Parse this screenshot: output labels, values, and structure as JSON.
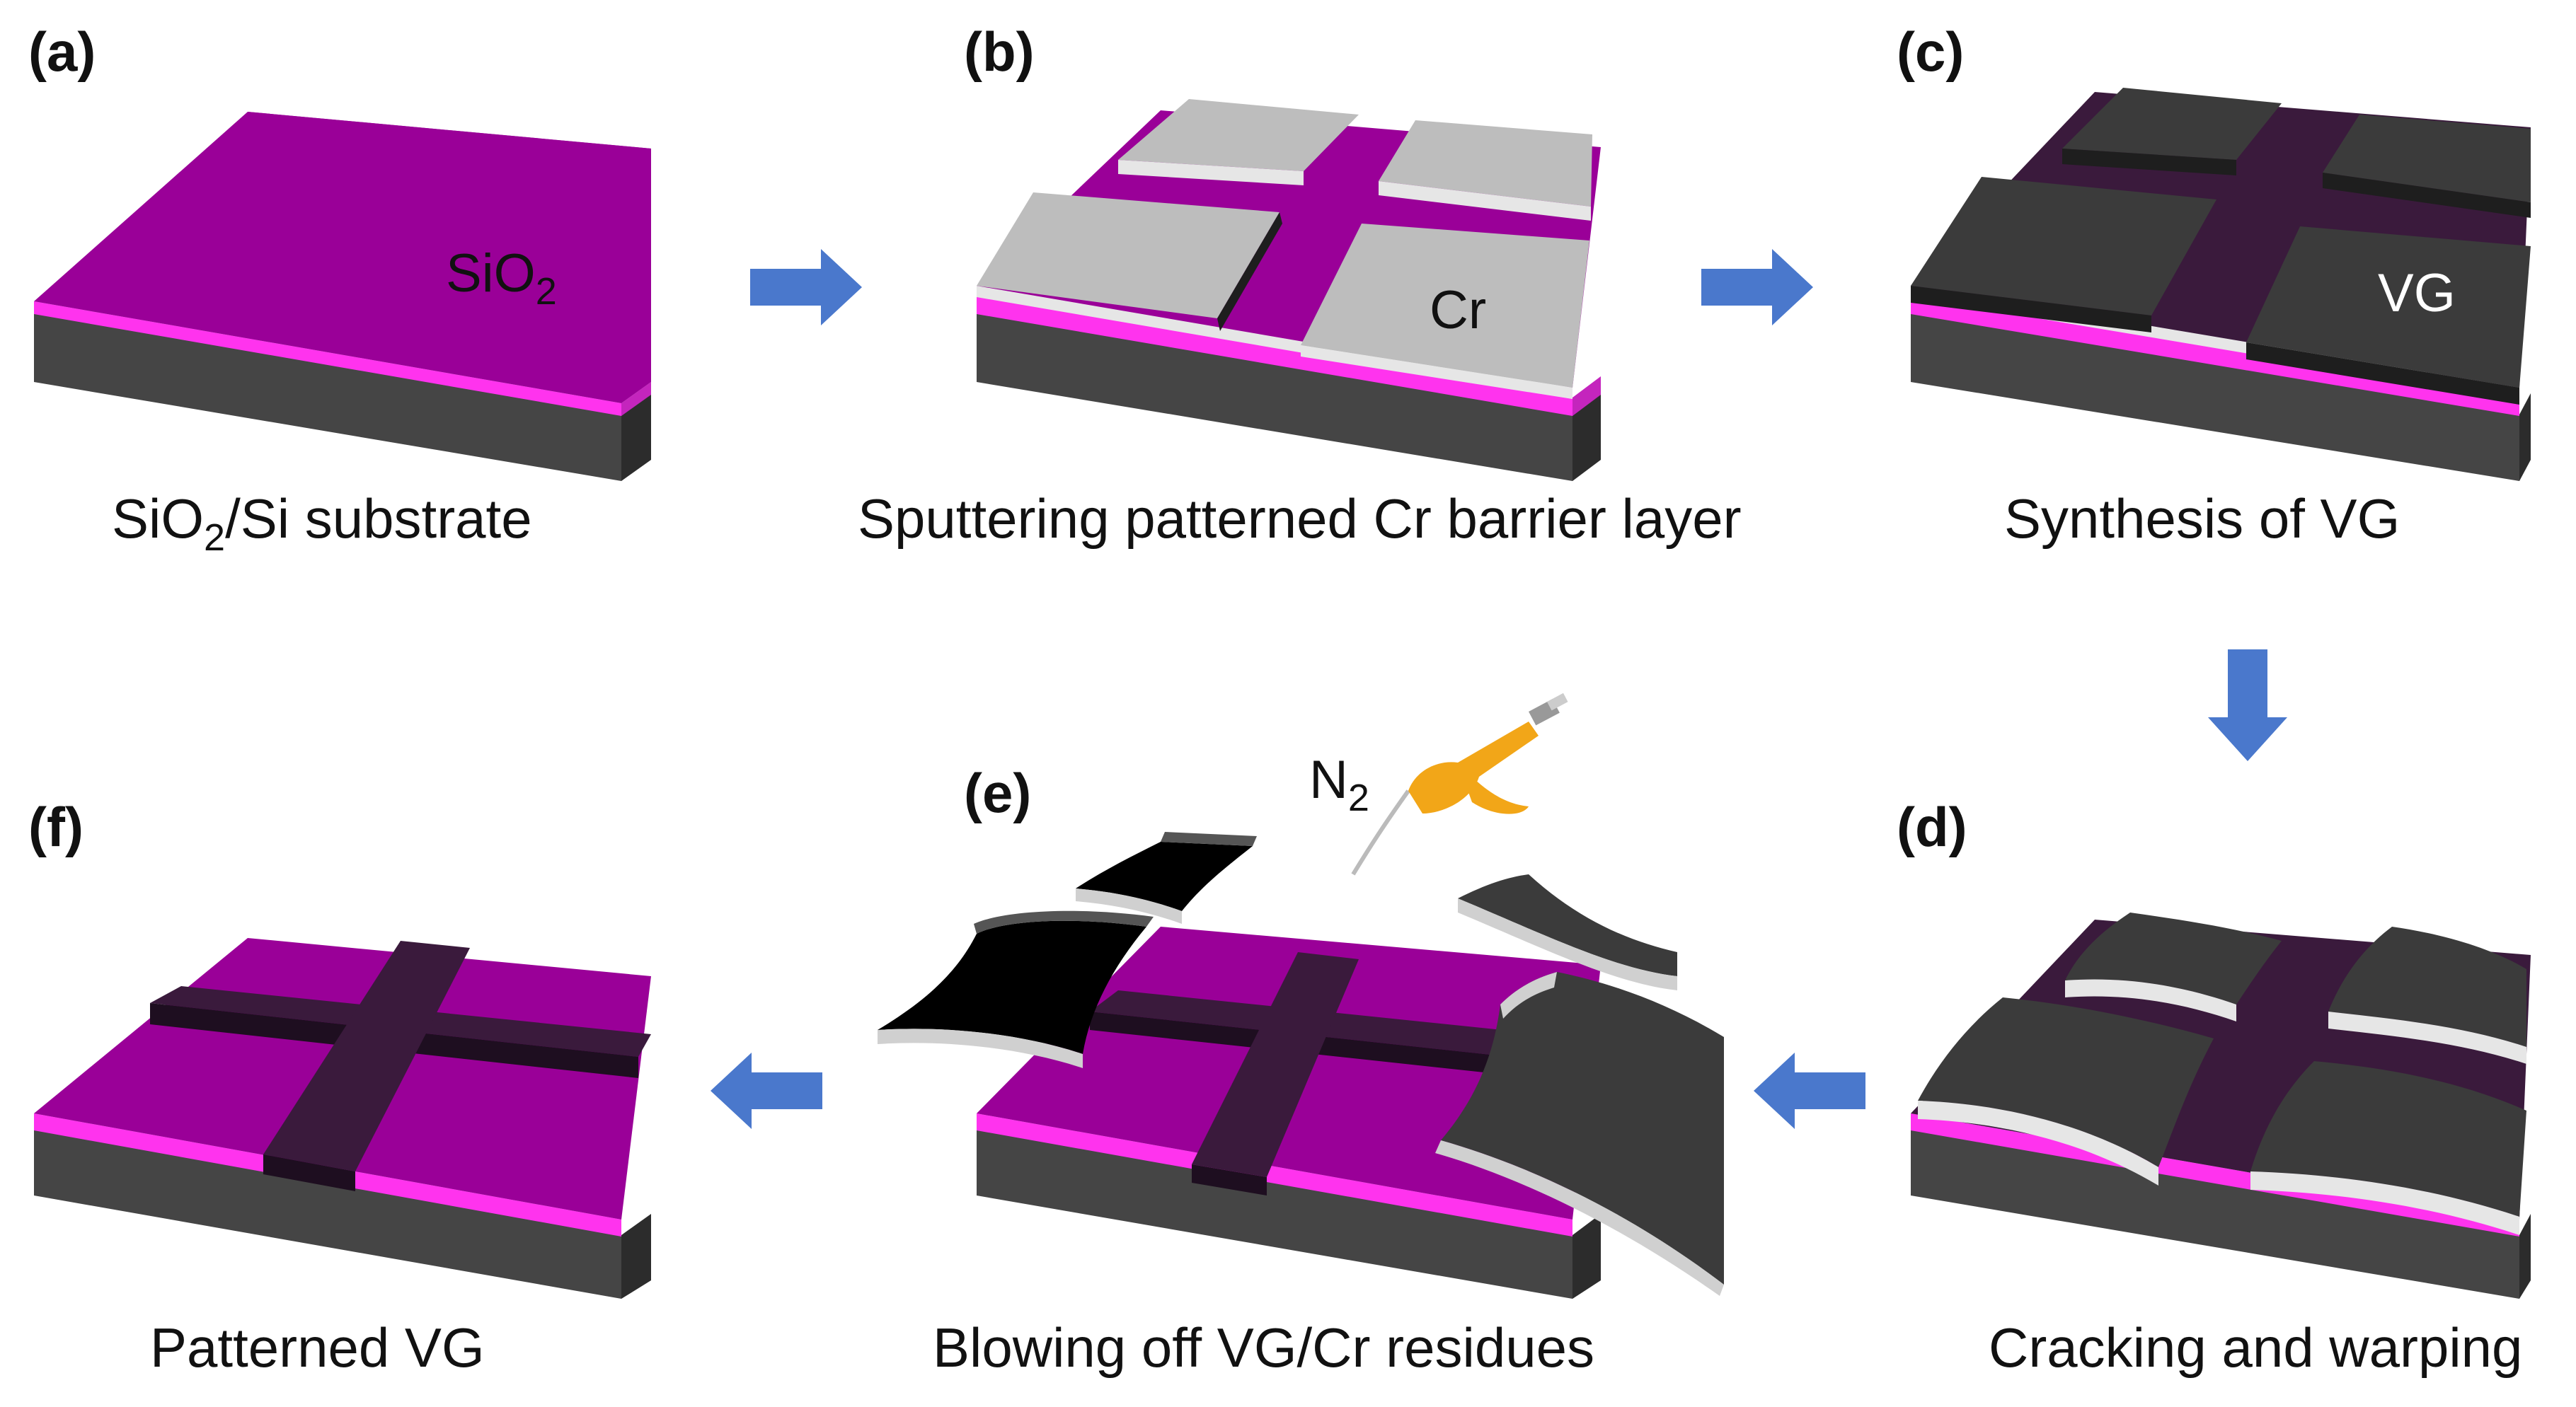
{
  "colors": {
    "sio2_top": "#9a0098",
    "sio2_edge": "#ff33ee",
    "si": "#454545",
    "si_dark": "#2c2c2c",
    "cr_top": "#bdbdbd",
    "cr_edge": "#e6e6e6",
    "vg_top": "#3b3b3b",
    "vg_edge": "#1e1e1e",
    "patterned_vg": "#3a1a3c",
    "arrow": "#4a78cc",
    "gun": "#f2a618"
  },
  "panels": {
    "a": {
      "tag": "(a)",
      "caption_main": "SiO",
      "caption_sub": "2",
      "caption_rest": "/Si substrate",
      "material_main": "SiO",
      "material_sub": "2"
    },
    "b": {
      "tag": "(b)",
      "caption": "Sputtering patterned Cr barrier layer",
      "material": "Cr"
    },
    "c": {
      "tag": "(c)",
      "caption": "Synthesis of VG",
      "material": "VG"
    },
    "d": {
      "tag": "(d)",
      "caption": "Cracking and warping"
    },
    "e": {
      "tag": "(e)",
      "caption": "Blowing off VG/Cr residues",
      "gas_main": "N",
      "gas_sub": "2"
    },
    "f": {
      "tag": "(f)",
      "caption": "Patterned VG"
    }
  },
  "icons": [
    "arrow-right-icon",
    "arrow-down-icon",
    "arrow-left-icon",
    "air-blow-gun-icon"
  ]
}
